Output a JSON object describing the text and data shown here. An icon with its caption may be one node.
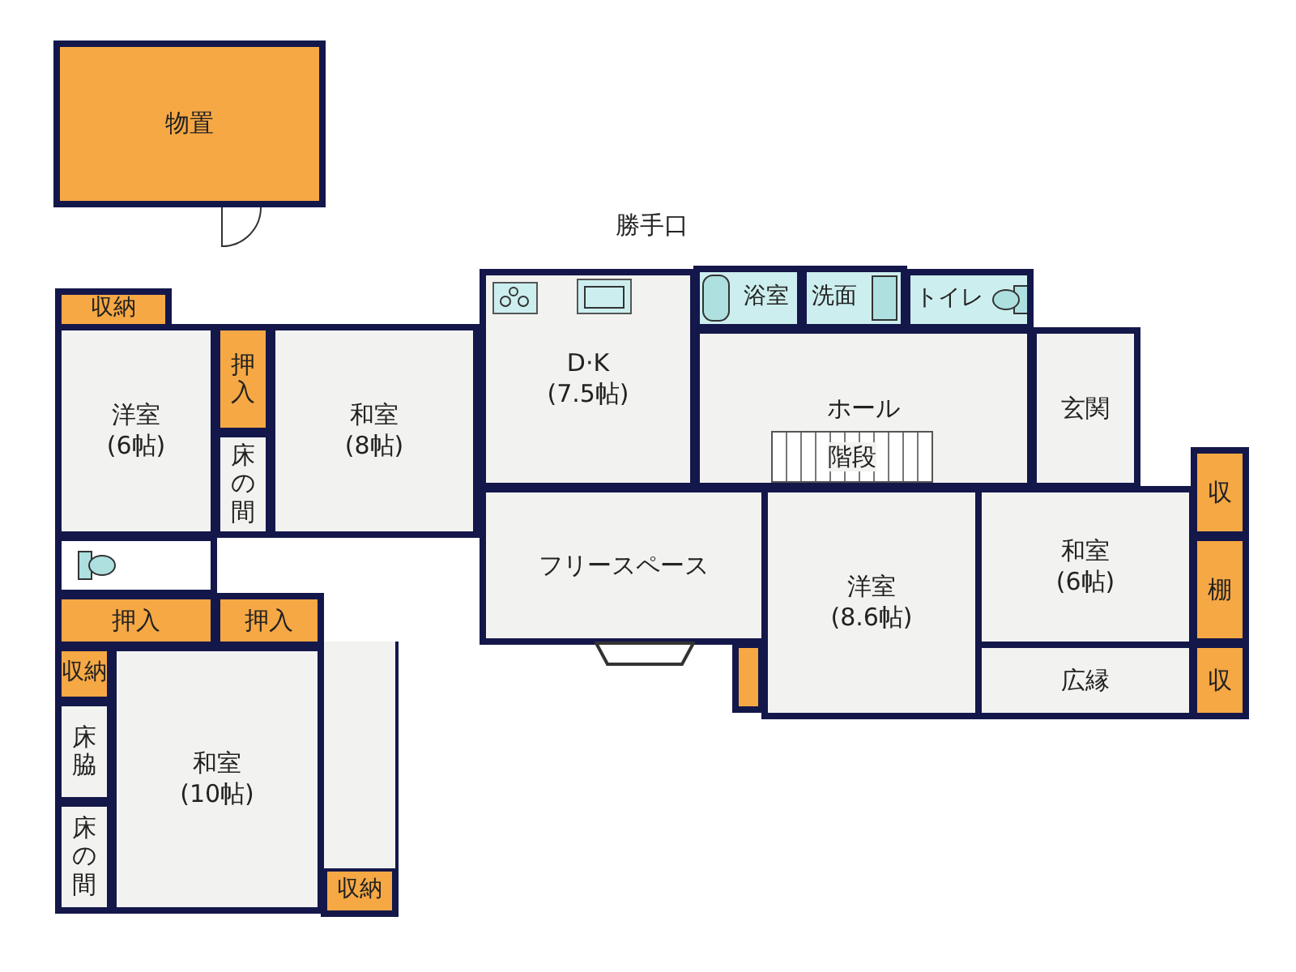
{
  "diagram": {
    "nodes": [
      {
        "text": [
          "物置"
        ]
      },
      {
        "text": [
          "収納"
        ]
      },
      {
        "text": [
          "洋室",
          "(6帖)"
        ]
      },
      {
        "text": [
          "押入"
        ]
      },
      {
        "text": [
          "床の間"
        ]
      },
      {
        "text": [
          "和室",
          "(8帖)"
        ]
      },
      {
        "text": [
          "D·K",
          "(7.5帖)"
        ]
      },
      {
        "text": [
          "浴室"
        ]
      },
      {
        "text": [
          "洗面"
        ]
      },
      {
        "text": [
          "トイレ"
        ]
      },
      {
        "text": [
          "ホール"
        ]
      },
      {
        "text": [
          "階段"
        ],
        "in": 10
      },
      {
        "text": [
          "玄関"
        ]
      },
      {
        "text": [
          "フリースペース"
        ]
      },
      {
        "text": [
          "洋室",
          "(8.6帖)"
        ]
      },
      {
        "text": [
          "和室",
          "(6帖)"
        ]
      },
      {
        "text": [
          "収"
        ]
      },
      {
        "text": [
          "棚"
        ]
      },
      {
        "text": [
          "広縁"
        ]
      },
      {
        "text": [
          "収"
        ]
      },
      {
        "text": [
          "押入"
        ]
      },
      {
        "text": [
          "押入"
        ]
      },
      {
        "text": [
          "収納"
        ]
      },
      {
        "text": [
          "床脇"
        ]
      },
      {
        "text": [
          "床の間"
        ]
      },
      {
        "text": [
          "和室",
          "(10帖)"
        ]
      },
      {
        "text": [
          "収納"
        ]
      },
      {
        "text": [],
        "shape": "box"
      },
      {
        "text": [],
        "shape": "box"
      },
      {
        "text": [],
        "shape": "box"
      }
    ],
    "labels": [
      "勝手口"
    ]
  }
}
